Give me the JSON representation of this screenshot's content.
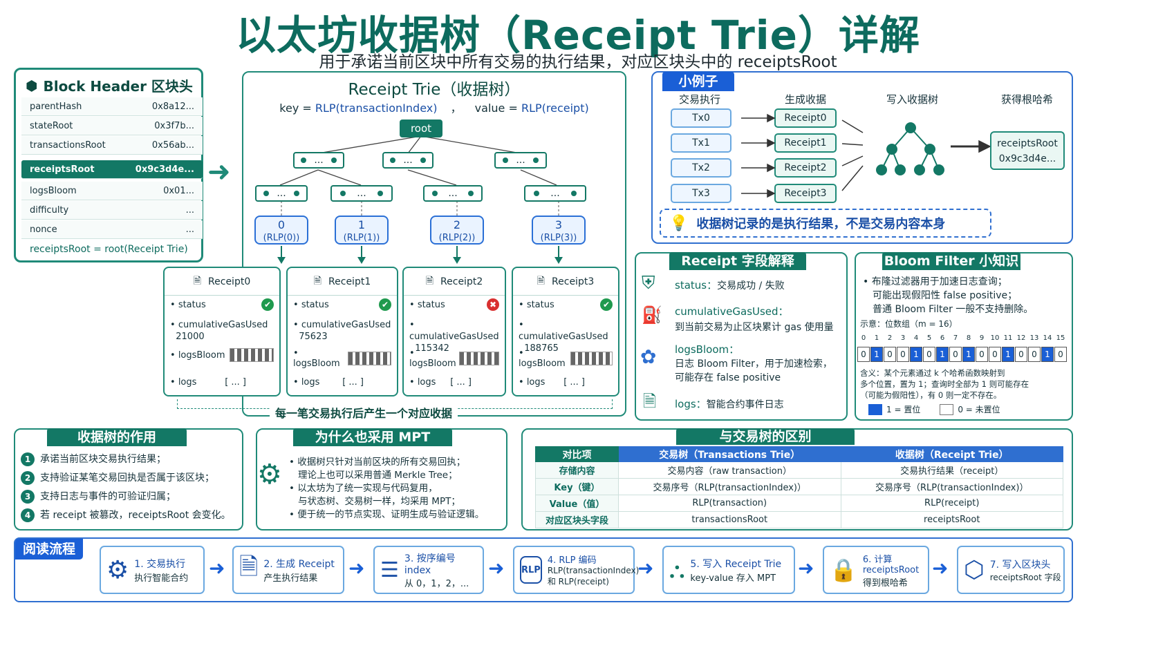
{
  "title": "以太坊收据树（Receipt Trie）详解",
  "subtitle": "用于承诺当前区块中所有交易的执行结果，对应区块头中的 receiptsRoot",
  "block_header": {
    "title": "Block Header 区块头",
    "rows": [
      {
        "k": "parentHash",
        "v": "0x8a12..."
      },
      {
        "k": "stateRoot",
        "v": "0x3f7b..."
      },
      {
        "k": "transactionsRoot",
        "v": "0x56ab..."
      },
      {
        "k": "receiptsRoot",
        "v": "0x9c3d4e..."
      },
      {
        "k": "logsBloom",
        "v": "0x01..."
      },
      {
        "k": "difficulty",
        "v": "..."
      },
      {
        "k": "nonce",
        "v": "..."
      }
    ],
    "footer": "receiptsRoot = root(Receipt Trie)"
  },
  "trie": {
    "title": "Receipt Trie（收据树）",
    "key_label": "key = ",
    "key_val": "RLP(transactionIndex)",
    "comma": "，",
    "value_label": "value = ",
    "value_val": "RLP(receipt)",
    "root": "root",
    "ellipsis": "...",
    "indices": [
      {
        "n": "0",
        "r": "(RLP(0))"
      },
      {
        "n": "1",
        "r": "(RLP(1))"
      },
      {
        "n": "2",
        "r": "(RLP(2))"
      },
      {
        "n": "3",
        "r": "(RLP(3))"
      }
    ],
    "note": "每一笔交易执行后产生一个对应收据"
  },
  "receipts": [
    {
      "name": "Receipt0",
      "status": "ok",
      "gas": "21000"
    },
    {
      "name": "Receipt1",
      "status": "ok",
      "gas": "75623"
    },
    {
      "name": "Receipt2",
      "status": "fail",
      "gas": "115342"
    },
    {
      "name": "Receipt3",
      "status": "ok",
      "gas": "188765"
    }
  ],
  "receipt_fields": {
    "status": "status",
    "gas": "cumulativeGasUsed",
    "bloom": "logsBloom",
    "logs": "logs",
    "logs_val": "[ ... ]"
  },
  "example": {
    "tag": "小例子",
    "h1": "交易执行",
    "h2": "生成收据",
    "h3": "写入收据树",
    "h4": "获得根哈希",
    "txs": [
      "Tx0",
      "Tx1",
      "Tx2",
      "Tx3"
    ],
    "rcs": [
      "Receipt0",
      "Receipt1",
      "Receipt2",
      "Receipt3"
    ],
    "root_label": "receiptsRoot",
    "root_val": "0x9c3d4e...",
    "tip": "收据树记录的是执行结果，不是交易内容本身"
  },
  "field_explain": {
    "tag": "Receipt 字段解释",
    "status_k": "status：",
    "status_v": "交易成功 / 失败",
    "gas_k": "cumulativeGasUsed：",
    "gas_v": "到当前交易为止区块累计 gas 使用量",
    "bloom_k": "logsBloom：",
    "bloom_v1": "日志 Bloom Filter，用于加速检索，",
    "bloom_v2": "可能存在 false positive",
    "logs_k": "logs：",
    "logs_v": "智能合约事件日志"
  },
  "bloom": {
    "tag": "Bloom Filter 小知识",
    "l1": "• 布隆过滤器用于加速日志查询；",
    "l2": "可能出现假阳性 false positive；",
    "l3": "普通 Bloom Filter 一般不支持删除。",
    "demo": "示意：位数组（m = 16）",
    "bits": [
      "0",
      "1",
      "0",
      "0",
      "1",
      "0",
      "1",
      "0",
      "1",
      "0",
      "0",
      "1",
      "0",
      "0",
      "1",
      "0"
    ],
    "idx": [
      "0",
      "1",
      "2",
      "3",
      "4",
      "5",
      "6",
      "7",
      "8",
      "9",
      "10",
      "11",
      "12",
      "13",
      "14",
      "15"
    ],
    "m1": "含义：某个元素通过 k 个哈希函数映射到",
    "m2": "多个位置，置为 1；查询时全部为 1 则可能存在",
    "m3": "（可能为假阳性），有 0 则一定不存在。",
    "leg1": "1 = 置位",
    "leg0": "0 = 未置位"
  },
  "role": {
    "tag": "收据树的作用",
    "items": [
      "承诺当前区块交易执行结果；",
      "支持验证某笔交易回执是否属于该区块；",
      "支持日志与事件的可验证归属；",
      "若 receipt 被篡改，receiptsRoot 会变化。"
    ]
  },
  "why": {
    "tag": "为什么也采用 MPT",
    "l1": "• 收据树只针对当前区块的所有交易回执；",
    "l2": "理论上也可以采用普通 Merkle Tree；",
    "l3": "• 以太坊为了统一实现与代码复用，",
    "l4": "与状态树、交易树一样，均采用 MPT；",
    "l5": "• 便于统一的节点实现、证明生成与验证逻辑。"
  },
  "compare": {
    "tag": "与交易树的区别",
    "headers": [
      "对比项",
      "交易树（Transactions Trie）",
      "收据树（Receipt Trie）"
    ],
    "rows": [
      [
        "存储内容",
        "交易内容（raw transaction）",
        "交易执行结果（receipt）"
      ],
      [
        "Key（键）",
        "交易序号（RLP(transactionIndex)）",
        "交易序号（RLP(transactionIndex)）"
      ],
      [
        "Value（值）",
        "RLP(transaction)",
        "RLP(receipt)"
      ],
      [
        "对应区块头字段",
        "transactionsRoot",
        "receiptsRoot"
      ]
    ]
  },
  "flow": {
    "tag": "阅读流程",
    "steps": [
      {
        "t": "1. 交易执行",
        "d": "执行智能合约"
      },
      {
        "t": "2. 生成 Receipt",
        "d": "产生执行结果"
      },
      {
        "t": "3. 按序编号 index",
        "d": "从 0，1，2，..."
      },
      {
        "t": "4. RLP 编码",
        "d": "RLP(transactionIndex)",
        "d2": "和 RLP(receipt)"
      },
      {
        "t": "5. 写入 Receipt Trie",
        "d": "key-value 存入 MPT"
      },
      {
        "t": "6. 计算 receiptsRoot",
        "d": "得到根哈希"
      },
      {
        "t": "7. 写入区块头",
        "d": "receiptsRoot 字段"
      }
    ],
    "rlp": "RLP"
  },
  "colors": {
    "teal": "#137865",
    "blue": "#2f6fd0"
  }
}
